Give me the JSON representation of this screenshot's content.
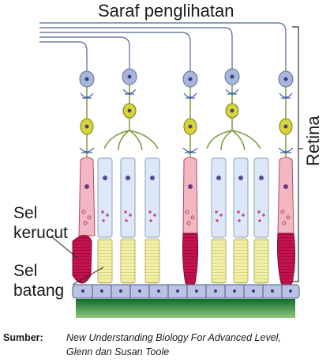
{
  "labels": {
    "optic_nerve": "Saraf penglihatan",
    "retina": "Retina",
    "cone_cell": [
      "Sel",
      "kerucut"
    ],
    "rod_cell": [
      "Sel",
      "batang"
    ]
  },
  "source": {
    "key": "Sumber:",
    "line1": "New Understanding Biology For Advanced Level,",
    "line2": "Glenn dan Susan Toole"
  },
  "colors": {
    "nerve_fiber": "#6c7ea0",
    "bipolar_cell": "#d6d43a",
    "ganglion_cell": "#a9b6d8",
    "cone_outer": "#c8124e",
    "cone_inner": "#f2b7c2",
    "rod_outer": "#f2f0a4",
    "rod_inner": "#dce8f8",
    "pigment_layer": "#1e8c3a",
    "epithelium": "#b8c4e2"
  }
}
